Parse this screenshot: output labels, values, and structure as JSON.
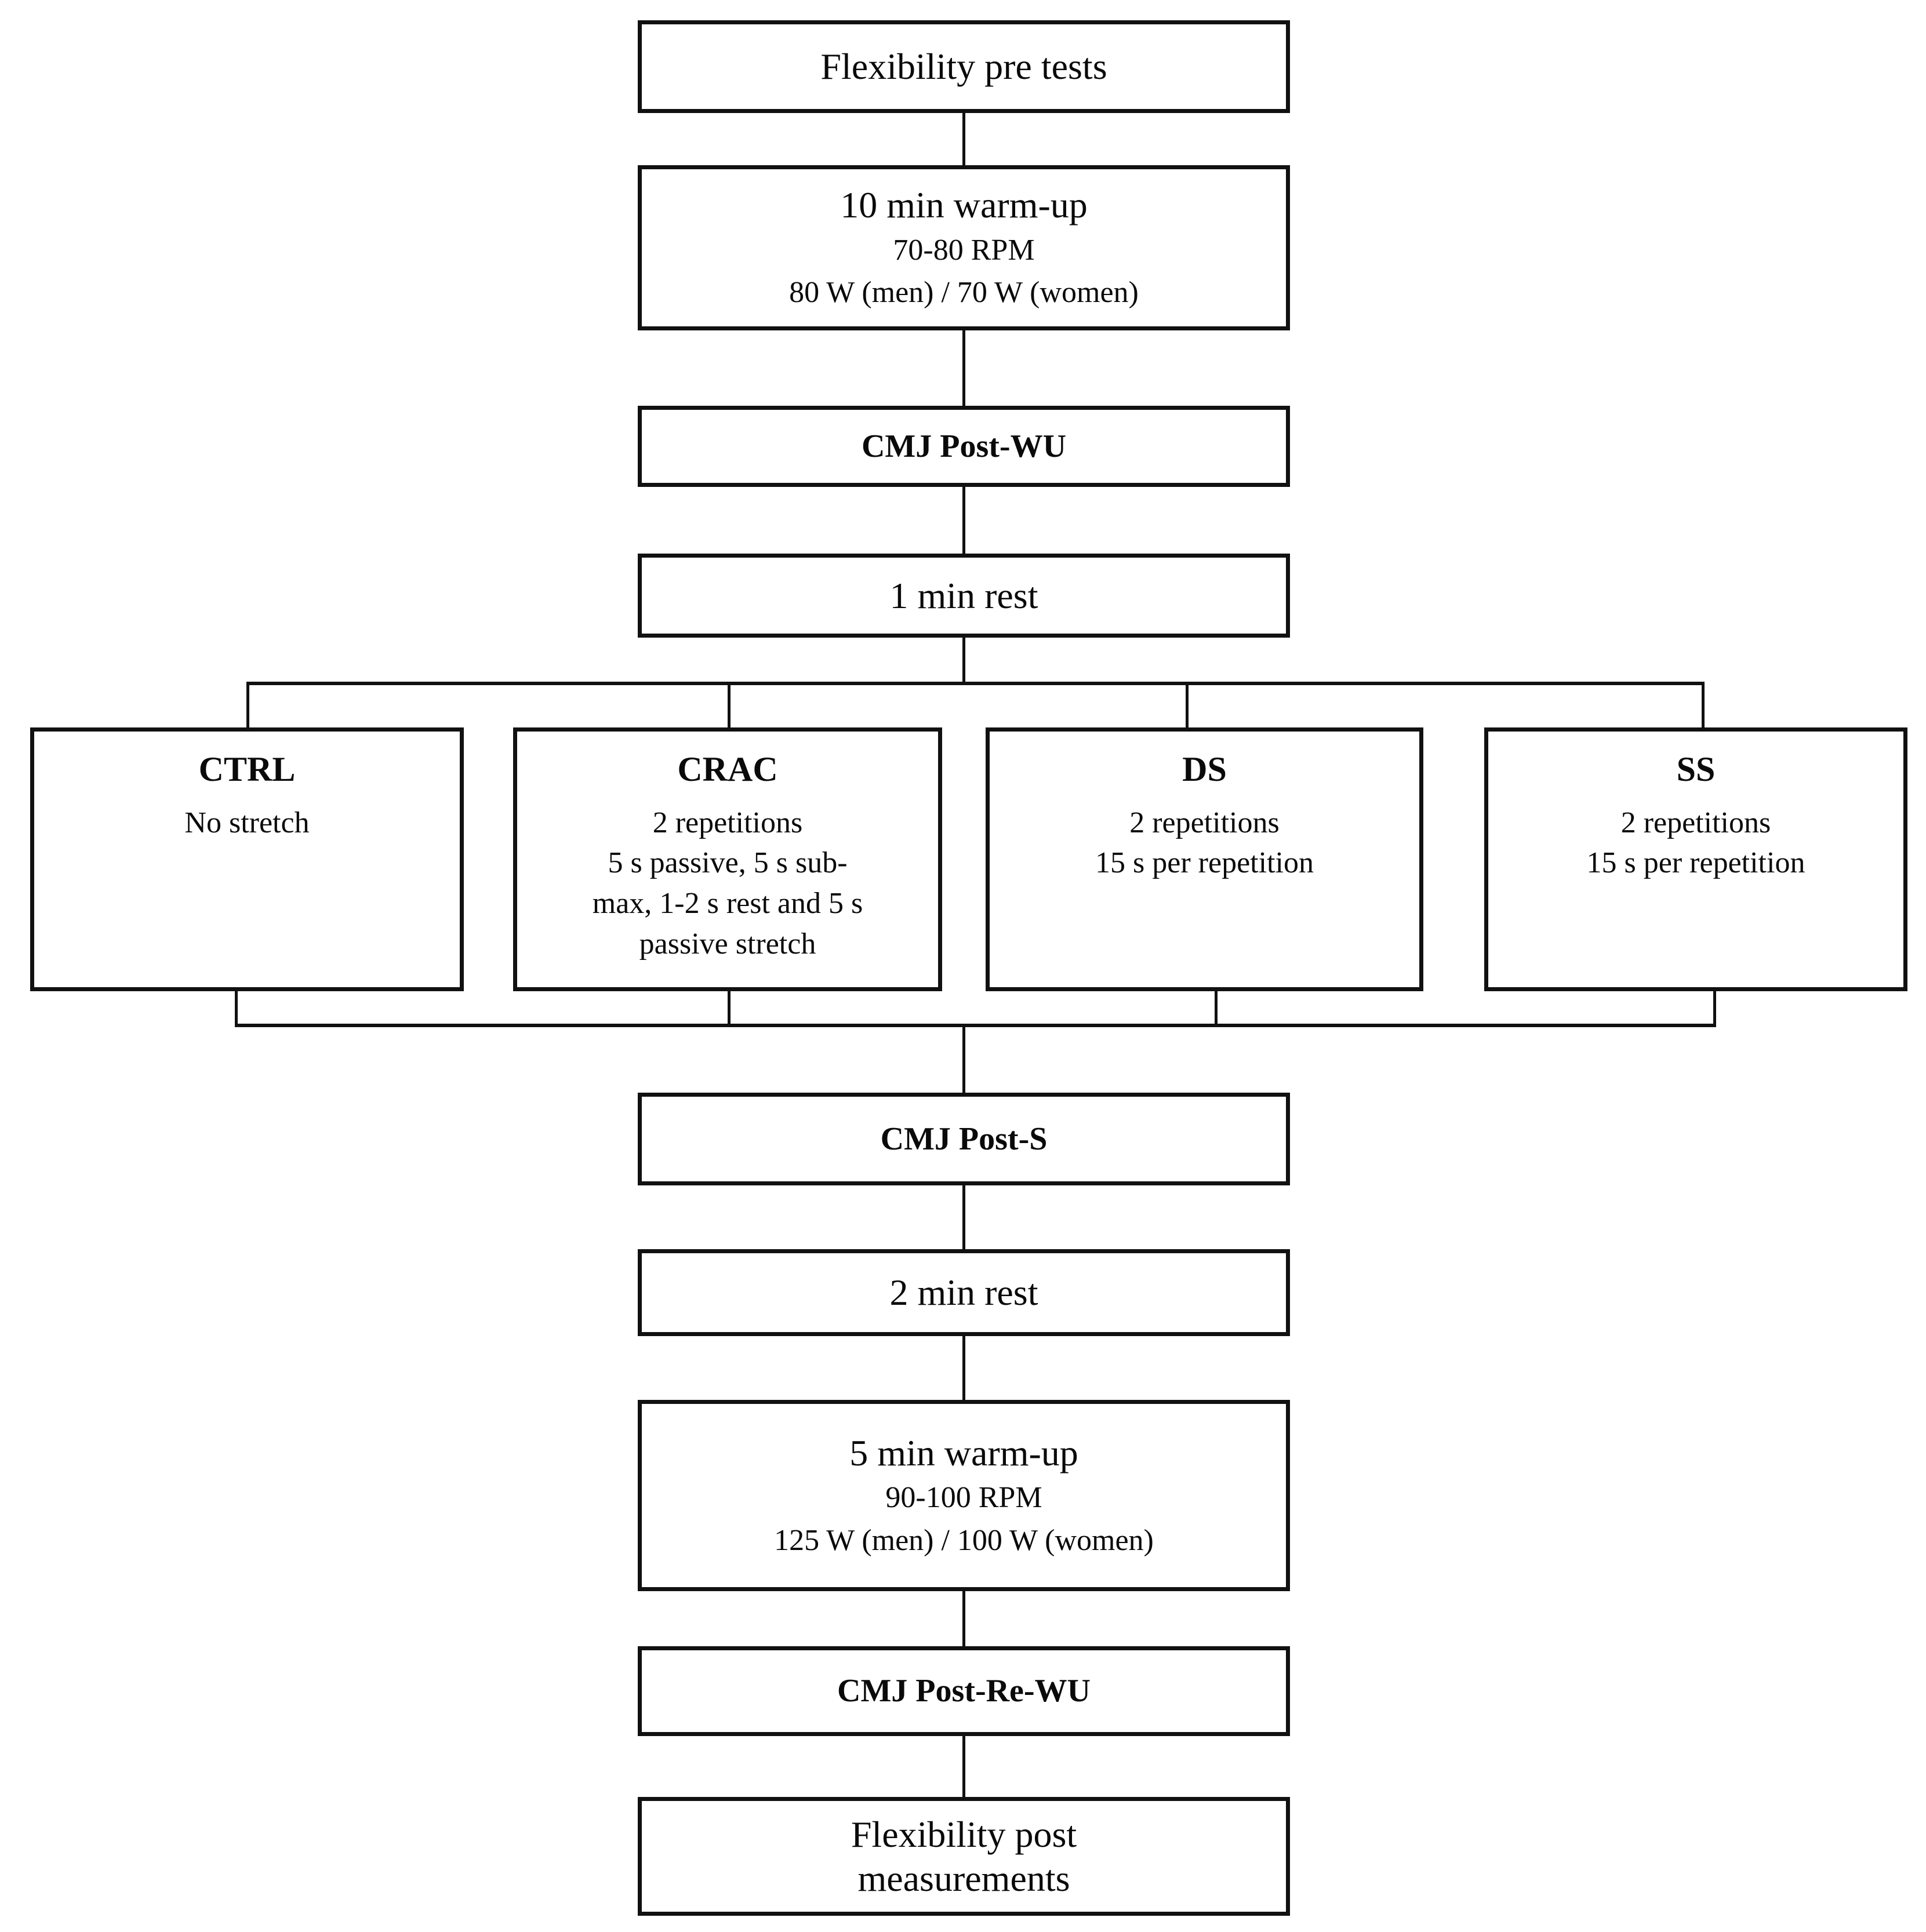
{
  "figure": {
    "kind": "study-protocol-flowchart",
    "accent_color": "#111111",
    "background_color": "#ffffff"
  },
  "nodes": {
    "flexibility_pre": {
      "title": "Flexibility pre tests"
    },
    "warmup_10": {
      "title": "10 min warm-up",
      "line2": "70-80 RPM",
      "line3": "80 W (men) / 70 W (women)"
    },
    "cmj_post_wu": {
      "title": "CMJ Post-WU"
    },
    "rest_1": {
      "title": "1 min rest"
    },
    "ctrl": {
      "title": "CTRL",
      "detail": "No stretch"
    },
    "crac": {
      "title": "CRAC",
      "detail": "2 repetitions\n5 s passive, 5 s sub-\nmax, 1-2 s rest and 5 s\npassive stretch"
    },
    "ds": {
      "title": "DS",
      "detail": "2 repetitions\n15 s per repetition"
    },
    "ss": {
      "title": "SS",
      "detail": "2 repetitions\n15 s per repetition"
    },
    "cmj_post_s": {
      "title": "CMJ Post-S"
    },
    "rest_2": {
      "title": "2 min rest"
    },
    "warmup_5": {
      "title": "5 min warm-up",
      "line2": "90-100 RPM",
      "line3": "125 W (men) / 100 W (women)"
    },
    "cmj_post_re_wu": {
      "title": "CMJ Post-Re-WU"
    },
    "flexibility_post": {
      "title": "Flexibility post\nmeasurements"
    }
  }
}
